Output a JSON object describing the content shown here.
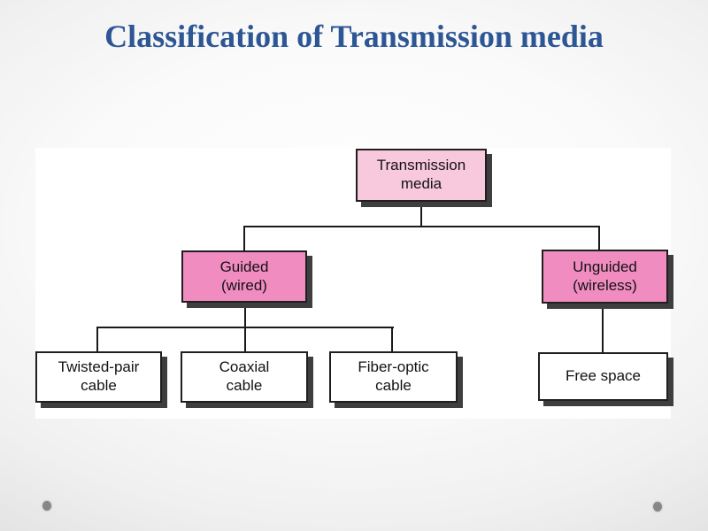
{
  "slide": {
    "title": "Classification of Transmission media"
  },
  "diagram": {
    "nodes": {
      "root": "Transmission\nmedia",
      "guided": "Guided\n(wired)",
      "unguided": "Unguided\n(wireless)",
      "twisted_pair": "Twisted-pair\ncable",
      "coaxial": "Coaxial\ncable",
      "fiber_optic": "Fiber-optic\ncable",
      "free_space": "Free space"
    },
    "colors": {
      "root_fill": "#f8c8dc",
      "branch_fill": "#f18cc1",
      "leaf_fill": "#ffffff",
      "box_border": "#1f1f1f",
      "box_shadow": "#3e3e3e",
      "connector": "#1a1a1a",
      "title_text": "#2d5695",
      "panel_background": "#ffffff"
    }
  }
}
